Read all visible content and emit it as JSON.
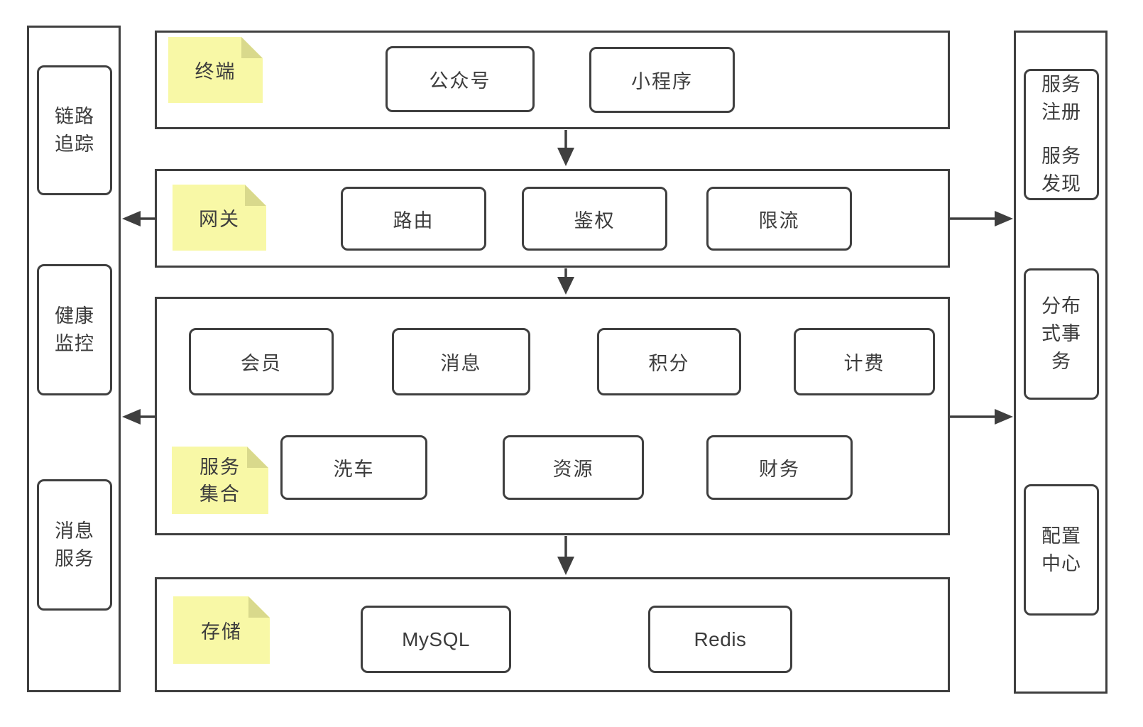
{
  "colors": {
    "stroke": "#3F3F3F",
    "text": "#3C3C3C",
    "sticky": "#F8F8A6",
    "sticky_fold": "#D9D98C",
    "background": "#FFFFFF"
  },
  "rows": {
    "terminal": {
      "tag": "终端",
      "boxes": [
        {
          "label": "公众号"
        },
        {
          "label": "小程序"
        }
      ]
    },
    "gateway": {
      "tag": "网关",
      "boxes": [
        {
          "label": "路由"
        },
        {
          "label": "鉴权"
        },
        {
          "label": "限流"
        }
      ]
    },
    "services": {
      "tag": "服务集合",
      "row1": [
        {
          "label": "会员"
        },
        {
          "label": "消息"
        },
        {
          "label": "积分"
        },
        {
          "label": "计费"
        }
      ],
      "row2": [
        {
          "label": "洗车"
        },
        {
          "label": "资源"
        },
        {
          "label": "财务"
        }
      ]
    },
    "storage": {
      "tag": "存储",
      "boxes": [
        {
          "label": "MySQL"
        },
        {
          "label": "Redis"
        }
      ]
    }
  },
  "left_rail": {
    "items": [
      "链路追踪",
      "健康监控",
      "消息服务"
    ]
  },
  "right_rail": {
    "registry_discovery": {
      "labels": [
        "服务注册",
        "服务发现"
      ]
    },
    "items": [
      "分布式事务",
      "配置中心"
    ]
  }
}
